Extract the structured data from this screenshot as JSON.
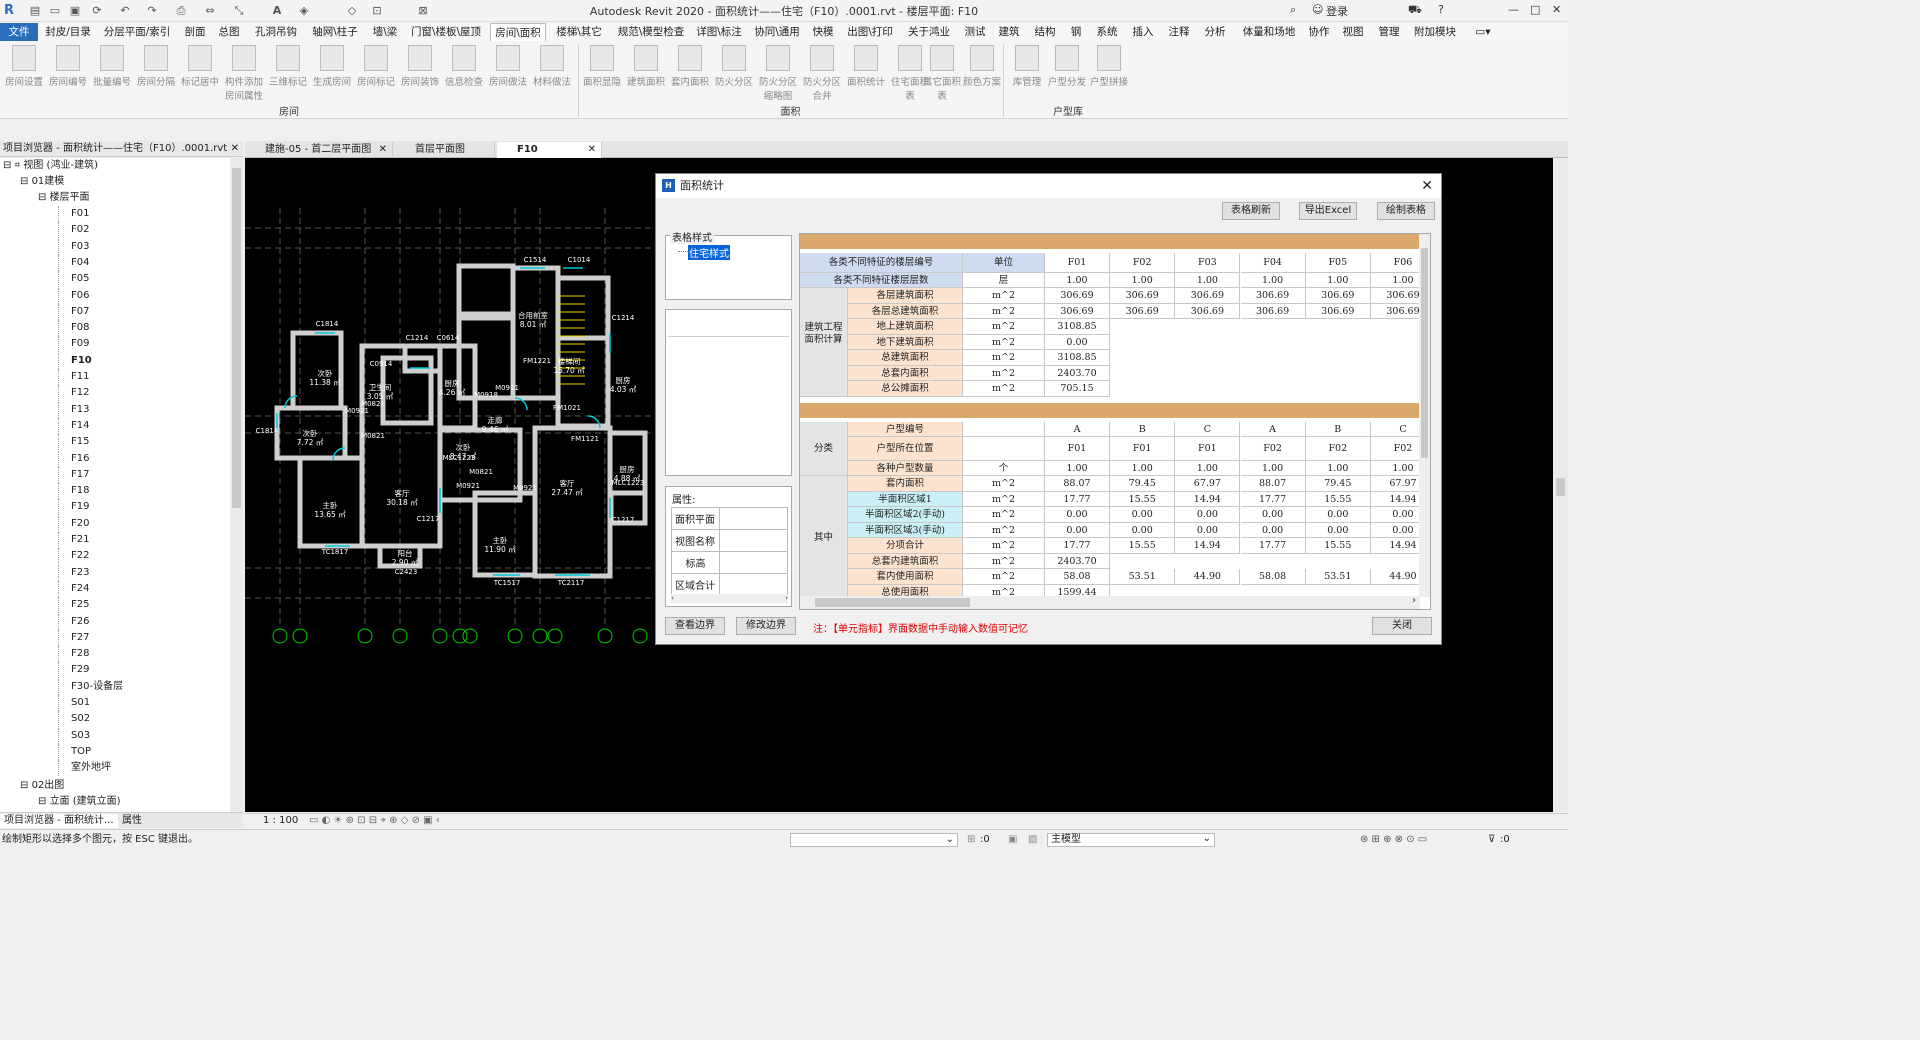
{
  "app": {
    "title": "Autodesk Revit 2020 - 面积统计——住宅（F10）.0001.rvt - 楼层平面: F10",
    "login": "登录"
  },
  "menus": [
    "文件",
    "封皮/目录",
    "分层平面/索引",
    "剖面",
    "总图",
    "孔洞吊钩",
    "轴网\\柱子",
    "墙\\梁",
    "门窗\\楼板\\屋顶",
    "房间\\面积",
    "楼梯\\其它",
    "规范\\模型检查",
    "详图\\标注",
    "协同\\通用",
    "快模",
    "出图\\打印",
    "关于鸿业",
    "测试",
    "建筑",
    "结构",
    "钢",
    "系统",
    "插入",
    "注释",
    "分析",
    "体量和场地",
    "协作",
    "视图",
    "管理",
    "附加模块"
  ],
  "ribbon": {
    "room_buttons": [
      "房间设置",
      "房间编号",
      "批量编号",
      "房间分隔",
      "标记居中",
      "构件添加房间属性",
      "三维标记",
      "生成房间",
      "房间标记",
      "房间装饰",
      "信息检查",
      "房间做法",
      "材料做法"
    ],
    "area_buttons": [
      "面积显隐",
      "建筑面积",
      "套内面积",
      "防火分区",
      "防火分区缩略图",
      "防火分区合并",
      "面积统计",
      "住宅面积表",
      "其它面积表",
      "颜色方案"
    ],
    "unit_buttons": [
      "库管理",
      "户型分发",
      "户型拼接"
    ],
    "groups": {
      "room": "房间",
      "area": "面积",
      "unit": "户型库"
    }
  },
  "browser": {
    "header": "项目浏览器 - 面积统计——住宅（F10）.0001.rvt",
    "root": "视图 (鸿业-建筑)",
    "group1": "01建模",
    "sub1": "楼层平面",
    "levels": [
      "F01",
      "F02",
      "F03",
      "F04",
      "F05",
      "F06",
      "F07",
      "F08",
      "F09",
      "F10",
      "F11",
      "F12",
      "F13",
      "F14",
      "F15",
      "F16",
      "F17",
      "F18",
      "F19",
      "F20",
      "F21",
      "F22",
      "F23",
      "F24",
      "F25",
      "F26",
      "F27",
      "F28",
      "F29",
      "F30-设备层",
      "S01",
      "S02",
      "S03",
      "TOP",
      "室外地坪"
    ],
    "group2": "02出图",
    "sub2": "立面 (建筑立面)",
    "tabs": [
      "项目浏览器 - 面积统计...",
      "属性"
    ]
  },
  "view_tabs": [
    "建施-05 - 首二层平面图",
    "首层平面图",
    "F10"
  ],
  "plan": {
    "rooms": [
      {
        "name": "次卧",
        "area": "11.38 ㎡"
      },
      {
        "name": "次卧",
        "area": "7.72 ㎡"
      },
      {
        "name": "卫生间",
        "area": "3.05 ㎡"
      },
      {
        "name": "厨房",
        "area": "4.26 ㎡"
      },
      {
        "name": "客厅",
        "area": "30.18 ㎡"
      },
      {
        "name": "主卧",
        "area": "13.65 ㎡"
      },
      {
        "name": "阳台",
        "area": "2.90 ㎡"
      },
      {
        "name": "走廊",
        "area": "9.46 ㎡"
      },
      {
        "name": "次卧",
        "area": "8.47 ㎡"
      },
      {
        "name": "主卧",
        "area": "11.90 ㎡"
      },
      {
        "name": "客厅",
        "area": "27.47 ㎡"
      },
      {
        "name": "厨房",
        "area": "4.03 ㎡"
      },
      {
        "name": "厨房",
        "area": "4.88 ㎡"
      },
      {
        "name": "合用前室",
        "area": "8.01 ㎡"
      },
      {
        "name": "楼梯间",
        "area": "15.70 ㎡"
      }
    ],
    "tags": [
      "C1814",
      "C1514",
      "C1014",
      "C1214",
      "C0614",
      "C0914",
      "C1214",
      "M0921",
      "M0821",
      "FM1221",
      "FM1021",
      "FM1121",
      "MLC1223",
      "MLC1223",
      "M0921",
      "C1217",
      "C1217",
      "C1814",
      "TC1817",
      "C2423",
      "TC1517",
      "TC2117",
      "M0821",
      "M0918",
      "M0921",
      "M0821",
      "M0921"
    ]
  },
  "dialog": {
    "title": "面积统计",
    "buttons": {
      "refresh": "表格刷新",
      "export": "导出Excel",
      "draw": "绘制表格",
      "view_boundary": "查看边界",
      "edit_boundary": "修改边界",
      "close": "关闭"
    },
    "style_legend": "表格样式",
    "style_item": "住宅样式",
    "attr_legend": "属性:",
    "attr_rows": [
      "面积平面",
      "视图名称",
      "标高",
      "区域合计"
    ],
    "note": "注：【单元指标】界面数据中手动输入数值可记忆",
    "table1": {
      "header": [
        "各类不同特征的楼层编号",
        "单位",
        "F01",
        "F02",
        "F03",
        "F04",
        "F05",
        "F06"
      ],
      "floors_row": [
        "各类不同特征楼层层数",
        "层",
        "1.00",
        "1.00",
        "1.00",
        "1.00",
        "1.00",
        "1.00"
      ],
      "group_label": "建筑工程面积计算",
      "rows": [
        {
          "label": "各层建筑面积",
          "unit": "m^2",
          "values": [
            "306.69",
            "306.69",
            "306.69",
            "306.69",
            "306.69",
            "306.69"
          ]
        },
        {
          "label": "各层总建筑面积",
          "unit": "m^2",
          "values": [
            "306.69",
            "306.69",
            "306.69",
            "306.69",
            "306.69",
            "306.69"
          ]
        },
        {
          "label": "地上建筑面积",
          "unit": "m^2",
          "values": [
            "3108.85"
          ]
        },
        {
          "label": "地下建筑面积",
          "unit": "m^2",
          "values": [
            "0.00"
          ]
        },
        {
          "label": "总建筑面积",
          "unit": "m^2",
          "values": [
            "3108.85"
          ]
        },
        {
          "label": "总套内面积",
          "unit": "m^2",
          "values": [
            "2403.70"
          ]
        },
        {
          "label": "总公摊面积",
          "unit": "m^2",
          "values": [
            "705.15"
          ]
        }
      ]
    },
    "table2": {
      "group1": "分类",
      "group2": "其中",
      "type_row": {
        "label": "户型编号",
        "values": [
          "A",
          "B",
          "C",
          "A",
          "B",
          "C"
        ]
      },
      "pos_row": {
        "label": "户型所在位置",
        "values": [
          "F01",
          "F01",
          "F01",
          "F02",
          "F02",
          "F02"
        ]
      },
      "rows": [
        {
          "label": "各种户型数量",
          "unit": "个",
          "values": [
            "1.00",
            "1.00",
            "1.00",
            "1.00",
            "1.00",
            "1.00"
          ]
        },
        {
          "label": "套内面积",
          "unit": "m^2",
          "values": [
            "88.07",
            "79.45",
            "67.97",
            "88.07",
            "79.45",
            "67.97"
          ]
        },
        {
          "label": "半面积区域1",
          "unit": "m^2",
          "values": [
            "17.77",
            "15.55",
            "14.94",
            "17.77",
            "15.55",
            "14.94"
          ]
        },
        {
          "label": "半面积区域2(手动)",
          "unit": "m^2",
          "values": [
            "0.00",
            "0.00",
            "0.00",
            "0.00",
            "0.00",
            "0.00"
          ]
        },
        {
          "label": "半面积区域3(手动)",
          "unit": "m^2",
          "values": [
            "0.00",
            "0.00",
            "0.00",
            "0.00",
            "0.00",
            "0.00"
          ]
        },
        {
          "label": "分项合计",
          "unit": "m^2",
          "values": [
            "17.77",
            "15.55",
            "14.94",
            "17.77",
            "15.55",
            "14.94"
          ]
        },
        {
          "label": "总套内建筑面积",
          "unit": "m^2",
          "values": [
            "2403.70"
          ]
        },
        {
          "label": "套内使用面积",
          "unit": "m^2",
          "values": [
            "58.08",
            "53.51",
            "44.90",
            "58.08",
            "53.51",
            "44.90"
          ]
        },
        {
          "label": "总使用面积",
          "unit": "m^2",
          "values": [
            "1599.44"
          ]
        }
      ]
    }
  },
  "view_control": {
    "scale": "1 : 100"
  },
  "status": {
    "message": "绘制矩形以选择多个图元，按 ESC 键退出。",
    "count": ":0",
    "model": "主模型",
    "filter": ":0"
  },
  "colors": {
    "file_menu": "#2a6ebb",
    "header_row": "#cfdcf0",
    "label_peach": "#fbe3cf",
    "label_cyan": "#c9f0f6",
    "band": "#d9a86a",
    "wall": "#d0d0d0",
    "door": "#00c8d8"
  }
}
